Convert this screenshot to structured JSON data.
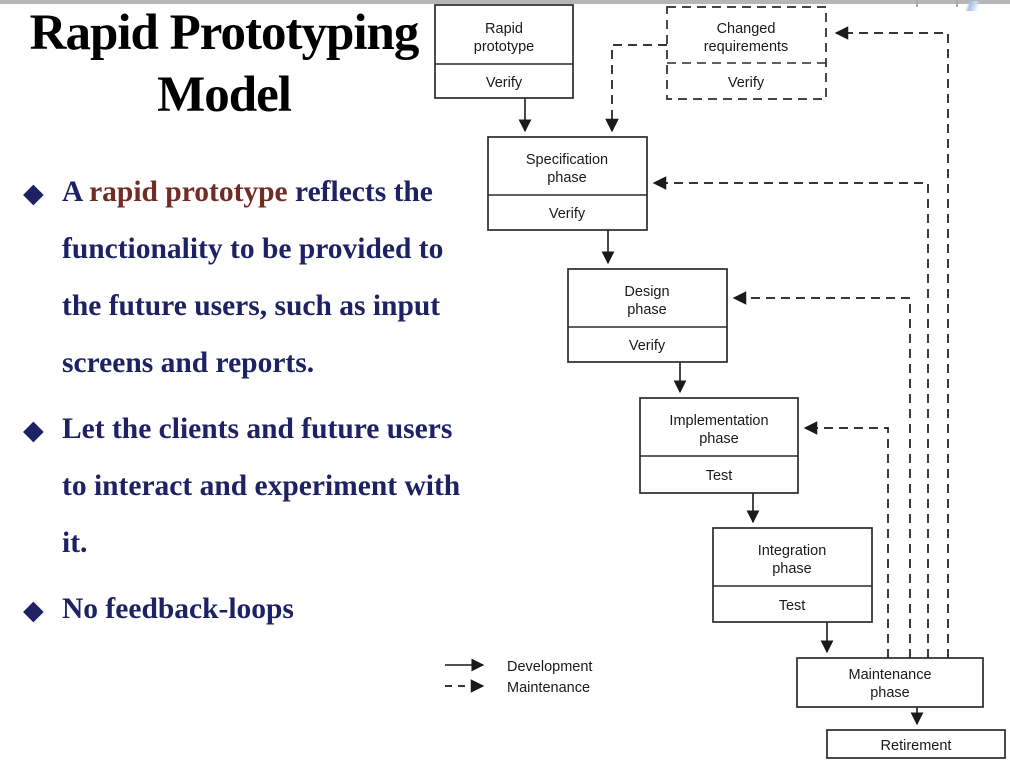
{
  "slide": {
    "title_line1": "Rapid Prototyping",
    "title_line2": "Model"
  },
  "bullets": {
    "glyph": "◆",
    "items": [
      {
        "pre": "A ",
        "highlight": "rapid prototype",
        "post": " reflects the functionality to be provided to the future users, such as input screens and reports."
      },
      {
        "text": "Let the clients and future users to interact and experiment with it."
      },
      {
        "text": "No feedback-loops"
      }
    ]
  },
  "colors": {
    "bullet_navy": "#1d2264",
    "highlight_maroon": "#722c26",
    "diagram_line": "#2b2b2b",
    "title_black": "#000000"
  },
  "diagram": {
    "boxes": {
      "rapid_prototype": {
        "line1": "Rapid",
        "line2": "prototype",
        "sub": "Verify"
      },
      "changed_requirements": {
        "line1": "Changed",
        "line2": "requirements",
        "sub": "Verify"
      },
      "specification": {
        "line1": "Specification",
        "line2": "phase",
        "sub": "Verify"
      },
      "design": {
        "line1": "Design",
        "line2": "phase",
        "sub": "Verify"
      },
      "implementation": {
        "line1": "Implementation",
        "line2": "phase",
        "sub": "Test"
      },
      "integration": {
        "line1": "Integration",
        "line2": "phase",
        "sub": "Test"
      },
      "maintenance": {
        "line1": "Maintenance",
        "line2": "phase"
      },
      "retirement": {
        "label": "Retirement"
      }
    },
    "legend": {
      "development": "Development",
      "maintenance": "Maintenance"
    }
  }
}
